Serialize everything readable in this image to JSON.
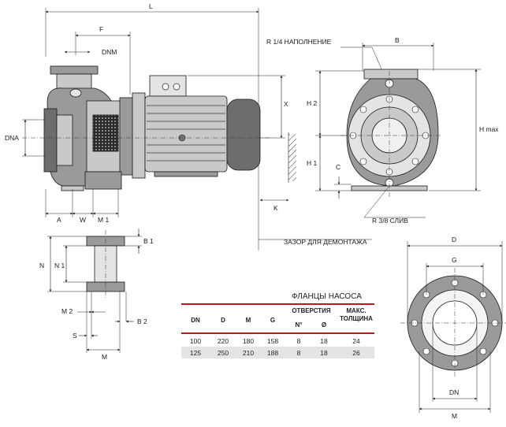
{
  "labels": {
    "L": "L",
    "F": "F",
    "DNM": "DNM",
    "DNA": "DNA",
    "A": "A",
    "W": "W",
    "M1": "M 1",
    "X": "X",
    "K": "K",
    "B": "B",
    "H2": "H 2",
    "H1": "H 1",
    "Hmax": "H max",
    "C": "C",
    "fill_port": "R 1/4  НАПОЛНЕНИЕ",
    "drain_port": "R 3/8  СЛИВ",
    "dismantle": "ЗАЗОР ДЛЯ ДЕМОНТАЖА",
    "B1": "B 1",
    "N": "N",
    "N1": "N 1",
    "M2": "M 2",
    "B2": "B 2",
    "S": "S",
    "M_foot": "M",
    "D_fl": "D",
    "G_fl": "G",
    "DN_fl": "DN",
    "M_fl": "M"
  },
  "table": {
    "title": "ФЛАНЦЫ НАСОСА",
    "headers": {
      "dn": "DN",
      "d": "D",
      "m": "M",
      "g": "G",
      "holes": "ОТВЕРСТИЯ",
      "holes_n": "N°",
      "holes_d": "Ø",
      "thickness_1": "МАКС.",
      "thickness_2": "ТОЛЩИНА"
    },
    "rows": [
      {
        "dn": "100",
        "d": "220",
        "m": "180",
        "g": "158",
        "n": "8",
        "o": "18",
        "t": "24"
      },
      {
        "dn": "125",
        "d": "250",
        "m": "210",
        "g": "188",
        "n": "8",
        "o": "18",
        "t": "26"
      }
    ]
  },
  "colors": {
    "accent_red": "#c01818",
    "row_band": "#e4e4e4",
    "line": "#222222"
  }
}
